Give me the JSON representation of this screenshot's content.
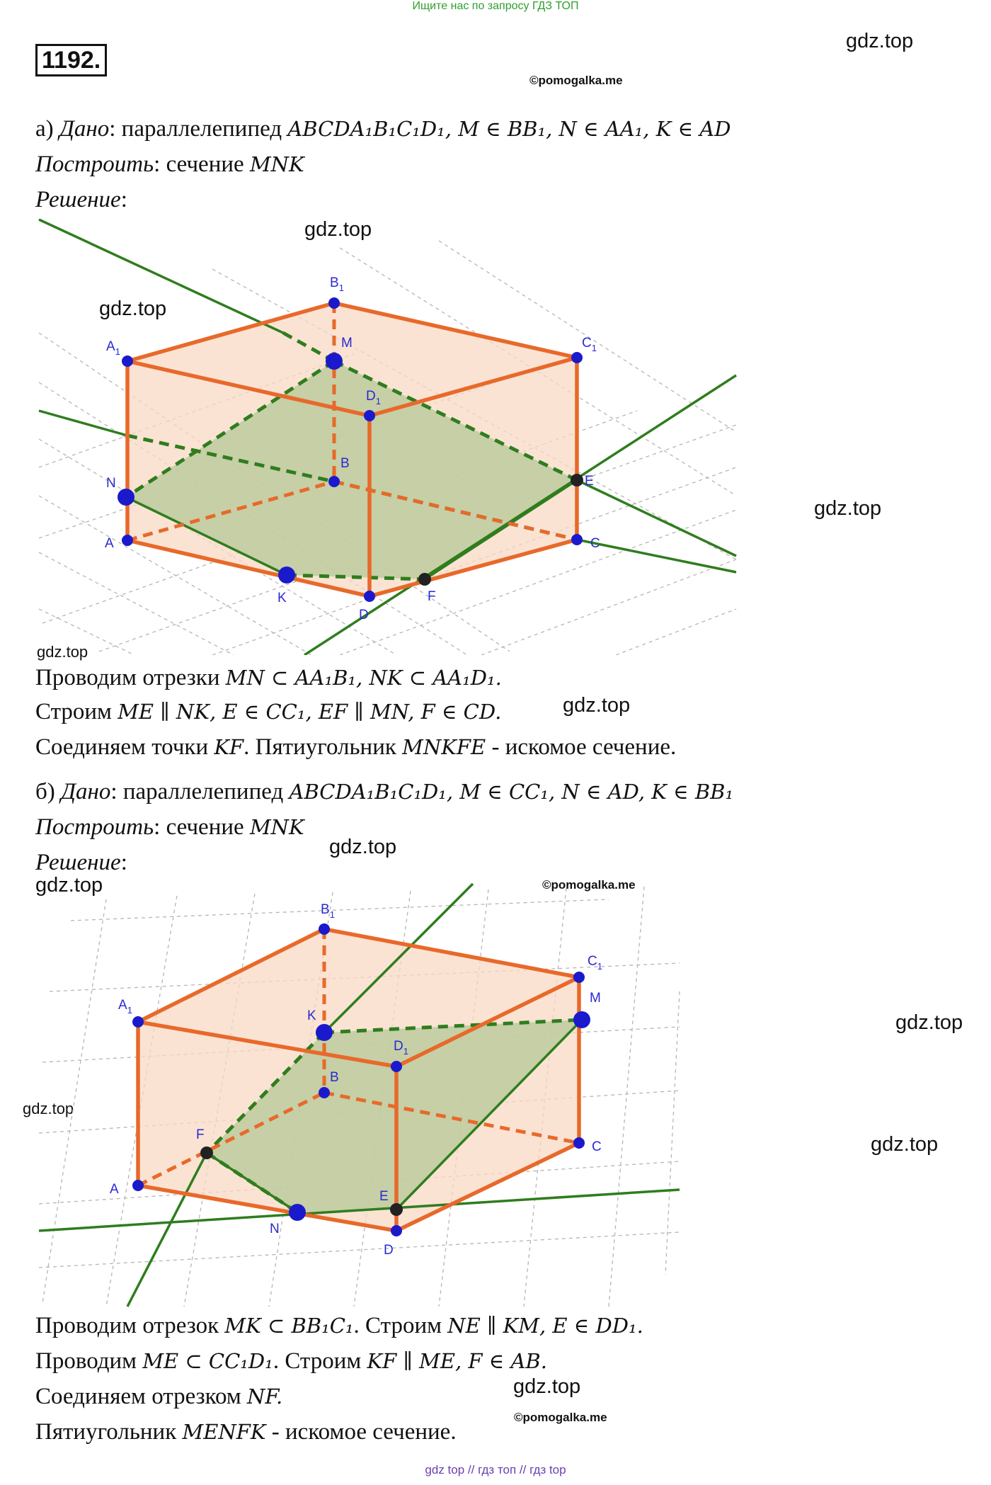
{
  "header_note": "Ищите нас по запросу ГДЗ ТОП",
  "task_number": "1192.",
  "watermarks": {
    "w1": "gdz.top",
    "w2": "gdz.top",
    "w3": "gdz.top",
    "w4": "gdz.top",
    "w5": "gdz.top",
    "w6": "gdz.top",
    "w7": "gdz.top",
    "w8": "gdz.top",
    "w9": "gdz.top",
    "w10": "gdz.top",
    "w11": "gdz.top",
    "w12": "gdz.top"
  },
  "copyright": "©pomogalka.me",
  "part_a": {
    "given_prefix": "а) ",
    "given_label": "Дано",
    "given_text": ": параллелепипед ",
    "given_math": "ABCDA₁B₁C₁D₁, M ∈ BB₁, N ∈ AA₁, K ∈ AD",
    "construct_label": "Построить",
    "construct_text": ": сечение ",
    "construct_math": "MNK",
    "solution_label": "Решение",
    "solution_colon": ":",
    "l1_text": "Проводим отрезки ",
    "l1_math": "MN ⊂ AA₁B₁, NK ⊂ AA₁D₁.",
    "l2_text": "Строим ",
    "l2_math": "ME ∥ NK, E ∈ CC₁,  EF ∥ MN, F ∈ CD.",
    "l3_text_a": "Соединяем точки ",
    "l3_math_a": "KF",
    "l3_text_b": ". Пятиугольник ",
    "l3_math_b": "MNKFE",
    "l3_text_c": " - искомое сечение.",
    "labels": {
      "A": "A",
      "B": "B",
      "C": "C",
      "D": "D",
      "A1": "A",
      "B1": "B",
      "C1": "C",
      "D1": "D",
      "sub1": "1",
      "M": "M",
      "N": "N",
      "K": "K",
      "E": "E",
      "F": "F"
    }
  },
  "part_b": {
    "given_prefix": "б) ",
    "given_label": "Дано",
    "given_text": ": параллелепипед ",
    "given_math": "ABCDA₁B₁C₁D₁, M ∈ CC₁, N ∈ AD, K ∈ BB₁",
    "construct_label": "Построить",
    "construct_text": ": сечение ",
    "construct_math": "MNK",
    "solution_label": "Решение",
    "solution_colon": ":",
    "l1_text_a": "Проводим отрезок ",
    "l1_math_a": "MK ⊂ BB₁C₁",
    "l1_text_b": ". Строим ",
    "l1_math_b": "NE ∥ KM, E ∈ DD₁.",
    "l2_text_a": "Проводим ",
    "l2_math_a": "ME ⊂ CC₁D₁",
    "l2_text_b": ". Строим ",
    "l2_math_b": "KF ∥ ME, F ∈ AB.",
    "l3_text": "Соединяем отрезком ",
    "l3_math": "NF.",
    "l4_text_a": "Пятиугольник ",
    "l4_math": "MENFK",
    "l4_text_b": " - искомое сечение.",
    "labels": {
      "A": "A",
      "B": "B",
      "C": "C",
      "D": "D",
      "A1": "A",
      "B1": "B",
      "C1": "C",
      "D1": "D",
      "sub1": "1",
      "M": "M",
      "N": "N",
      "K": "K",
      "E": "E",
      "F": "F"
    }
  },
  "footer": "gdz top  //  гдз топ  //  гдз top",
  "colors": {
    "edge": "#e8692a",
    "box_fill": "#f8d9c4",
    "section_fill": "#b9c99b",
    "line_green": "#2f7d1e",
    "point_blue": "#1a1acc",
    "point_dark": "#222222",
    "grid": "#aaaaaa"
  }
}
